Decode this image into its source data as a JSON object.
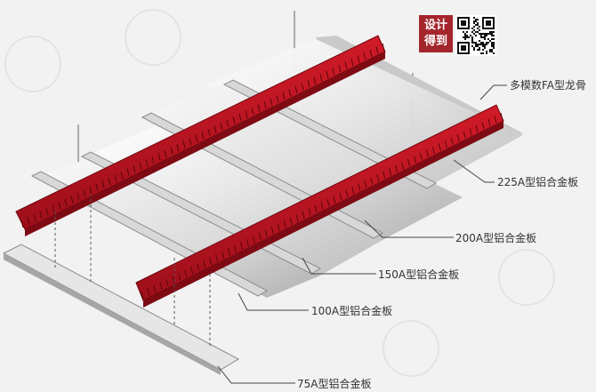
{
  "badge": {
    "line1": "设计",
    "line2": "得到"
  },
  "labels": {
    "main_runner": "多模数FA型龙骨",
    "panel_225": "225A型铝合金板",
    "panel_200": "200A型铝合金板",
    "panel_150": "150A型铝合金板",
    "panel_100": "100A型铝合金板",
    "panel_75": "75A型铝合金板"
  },
  "colors": {
    "runner": "#b3121f",
    "runner_dark": "#7e0b14",
    "panel_light": "#f7f7f7",
    "panel_mid": "#cfcfcf",
    "background": "#f2f2f2",
    "badge": "#a4262c"
  },
  "icons": {
    "qr": "qr-code-icon"
  }
}
